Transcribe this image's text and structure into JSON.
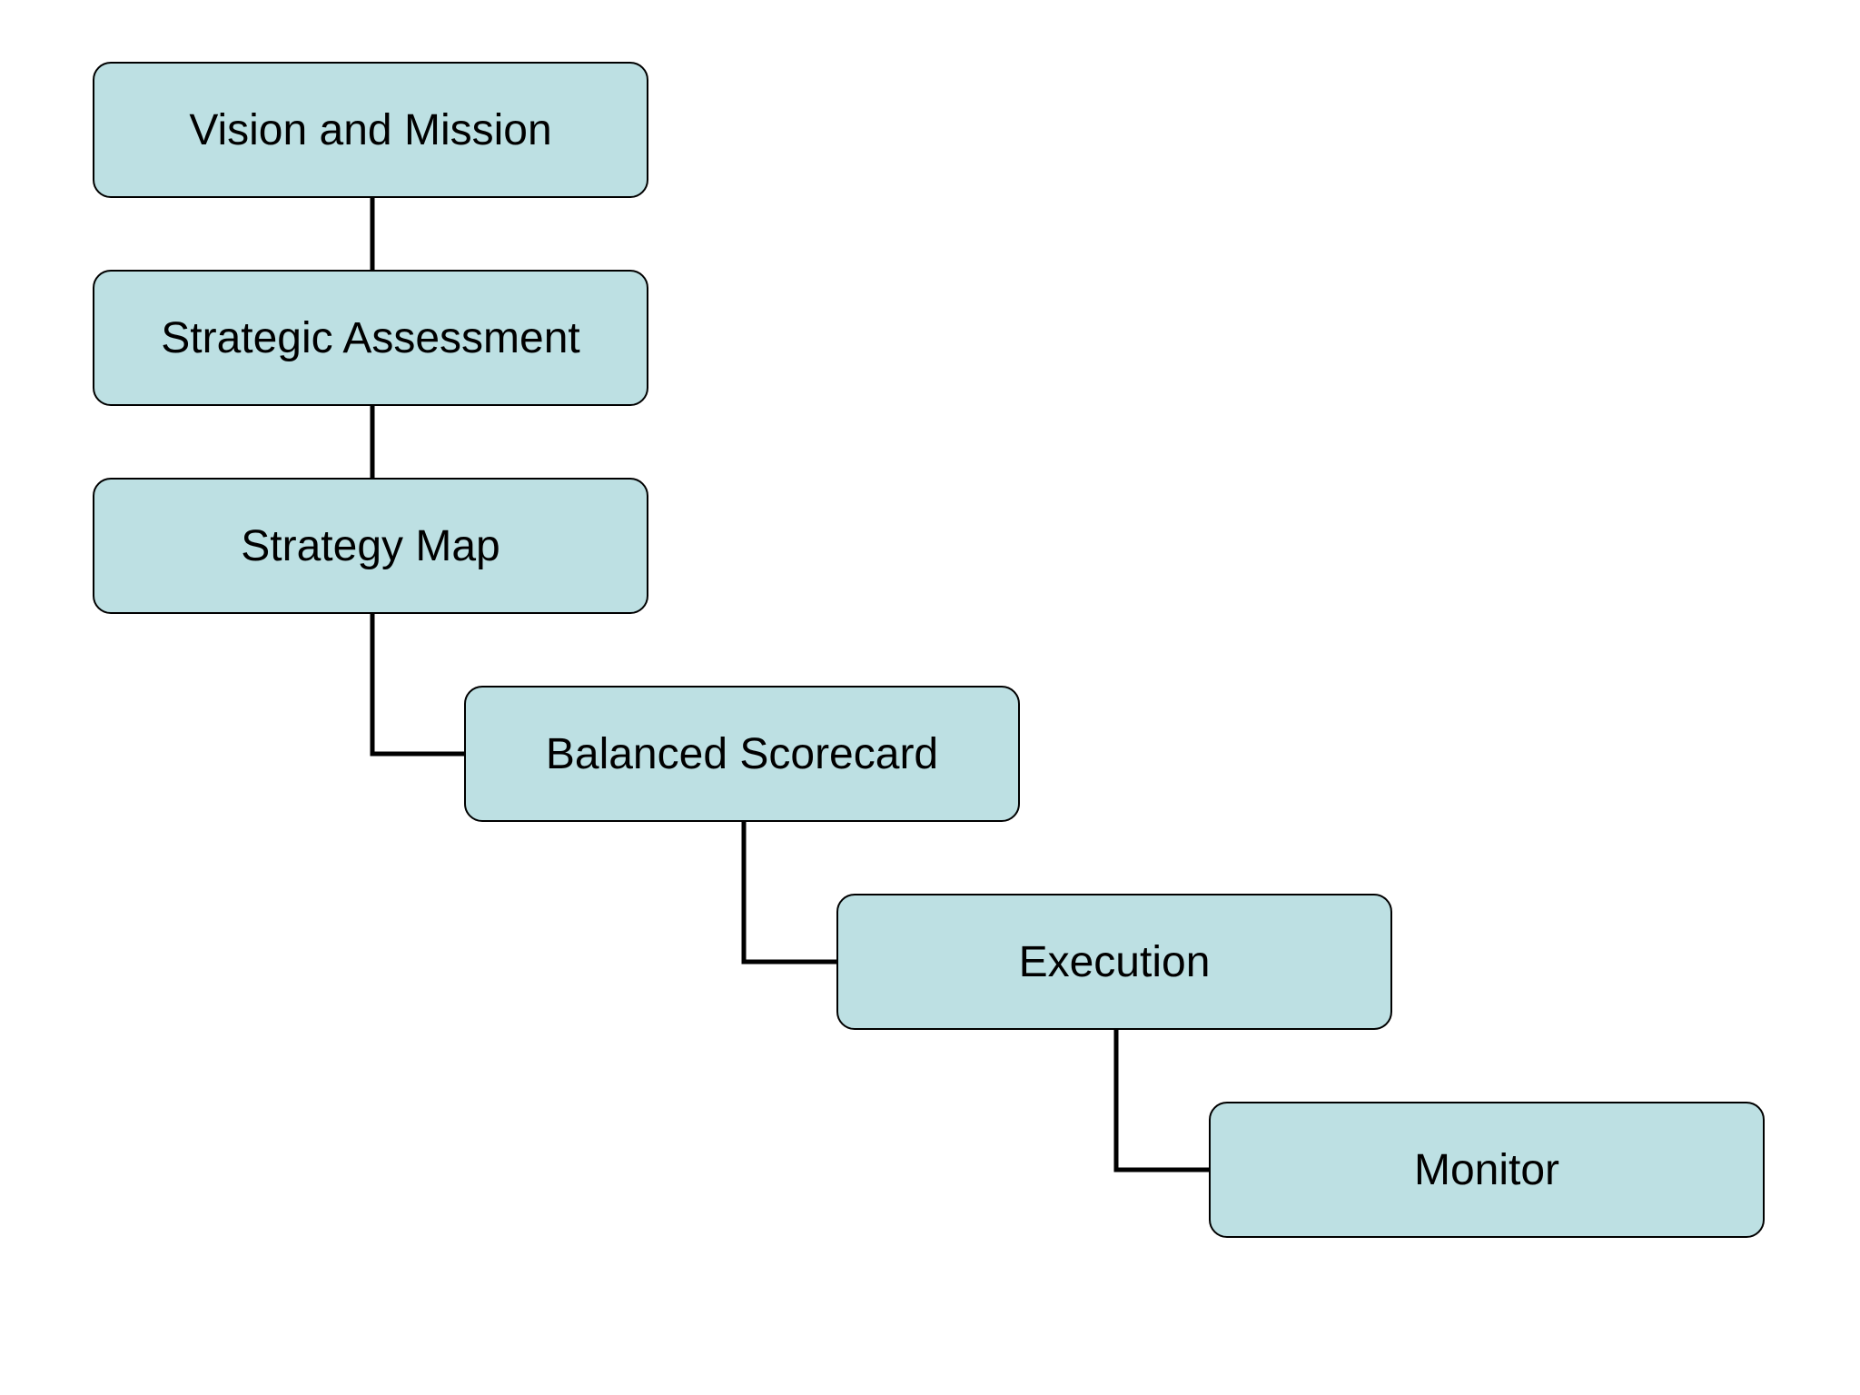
{
  "diagram": {
    "box_color": "#bde0e3",
    "border_color": "#000000",
    "line_color": "#000000",
    "nodes": [
      {
        "id": "vision-and-mission",
        "label": "Vision and Mission"
      },
      {
        "id": "strategic-assessment",
        "label": "Strategic Assessment"
      },
      {
        "id": "strategy-map",
        "label": "Strategy Map"
      },
      {
        "id": "balanced-scorecard",
        "label": "Balanced Scorecard"
      },
      {
        "id": "execution",
        "label": "Execution"
      },
      {
        "id": "monitor",
        "label": "Monitor"
      }
    ],
    "edges": [
      {
        "from": "vision-and-mission",
        "to": "strategic-assessment"
      },
      {
        "from": "strategic-assessment",
        "to": "strategy-map"
      },
      {
        "from": "strategy-map",
        "to": "balanced-scorecard"
      },
      {
        "from": "balanced-scorecard",
        "to": "execution"
      },
      {
        "from": "execution",
        "to": "monitor"
      }
    ]
  }
}
